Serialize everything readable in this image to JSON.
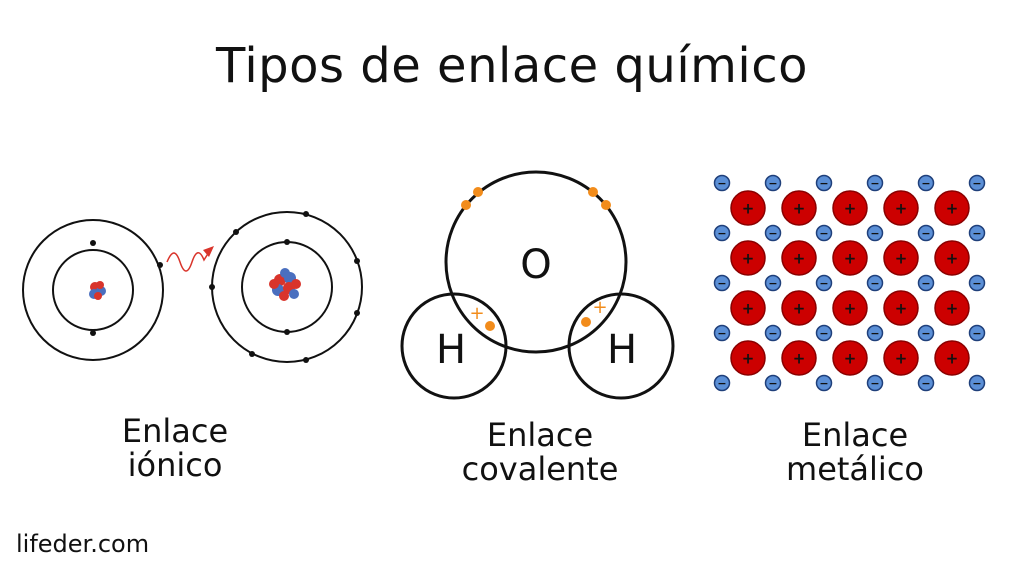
{
  "title": "Tipos de enlace químico",
  "panels": {
    "ionic": {
      "line1": "Enlace",
      "line2": "iónico"
    },
    "covalent": {
      "line1": "Enlace",
      "line2": "covalente",
      "oxygen": "O",
      "hydrogen_left": "H",
      "hydrogen_right": "H",
      "plus": "+"
    },
    "metallic": {
      "line1": "Enlace",
      "line2": "metálico",
      "cation_sign": "+",
      "electron_sign": "−"
    }
  },
  "brand": "lifeder.com",
  "colors": {
    "proton": "#d9342b",
    "neutron": "#4a6fbf",
    "orbit": "#111111",
    "arrow": "#d9342b",
    "shared_electron": "#f28c1b",
    "cation": "#cc0000",
    "electron_fill": "#5b8fd6"
  }
}
